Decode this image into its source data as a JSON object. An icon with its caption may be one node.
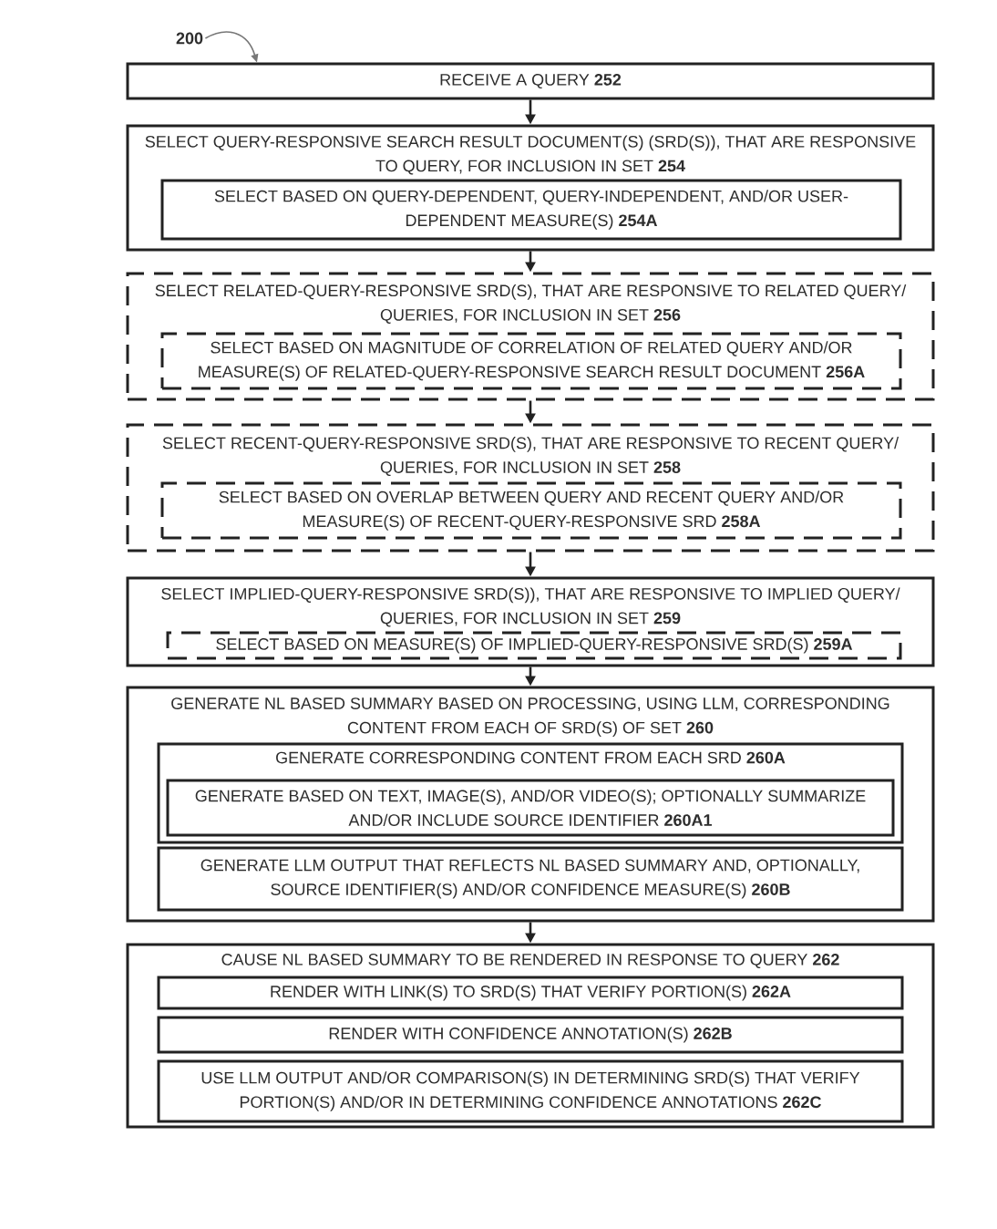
{
  "diagram": {
    "nodes": [
      {
        "text": [
          "200"
        ]
      },
      {
        "text": [
          "RECEIVE A QUERY **252**"
        ]
      },
      {
        "text": [
          "SELECT QUERY-RESPONSIVE SEARCH RESULT DOCUMENT(S) (SRD(S)), THAT ARE RESPONSIVE TO QUERY, FOR INCLUSION IN SET **254**"
        ]
      },
      {
        "text": [
          "SELECT BASED ON QUERY-DEPENDENT, QUERY-INDEPENDENT, AND/OR USER- DEPENDENT MEASURE(S) **254A**"
        ],
        "in": 2
      },
      {
        "text": [
          "SELECT RELATED-QUERY-RESPONSIVE SRD(S), THAT ARE RESPONSIVE TO RELATED QUERY/ QUERIES, FOR INCLUSION IN SET **256**"
        ]
      },
      {
        "text": [
          "SELECT BASED ON MAGNITUDE OF CORRELATION OF RELATED QUERY AND/OR MEASURE(S) OF RELATED-QUERY-RESPONSIVE SEARCH RESULT DOCUMENT **256A**"
        ],
        "in": 4
      },
      {
        "text": [
          "SELECT RECENT-QUERY-RESPONSIVE SRD(S), THAT ARE RESPONSIVE TO RECENT QUERY/ QUERIES, FOR INCLUSION IN SET **258**"
        ]
      },
      {
        "text": [
          "SELECT BASED ON OVERLAP BETWEEN QUERY AND RECENT QUERY AND/OR MEASURE(S) OF RECENT-QUERY-RESPONSIVE SRD **258A**"
        ],
        "in": 6
      },
      {
        "text": [
          "SELECT IMPLIED-QUERY-RESPONSIVE SRD(S)), THAT ARE RESPONSIVE TO IMPLIED QUERY/ QUERIES, FOR INCLUSION IN SET **259**"
        ]
      },
      {
        "text": [
          "SELECT BASED ON MEASURE(S) OF IMPLIED-QUERY-RESPONSIVE SRD(S) **259A**"
        ],
        "in": 8
      },
      {
        "text": [
          "GENERATE NL BASED SUMMARY BASED ON PROCESSING, USING LLM, CORRESPONDING CONTENT FROM EACH OF SRD(S) OF SET **260**"
        ]
      },
      {
        "text": [
          "GENERATE CORRESPONDING CONTENT FROM EACH SRD **260A**"
        ],
        "in": 10
      },
      {
        "text": [
          "GENERATE BASED ON TEXT, IMAGE(S), AND/OR VIDEO(S); OPTIONALLY SUMMARIZE AND/OR INCLUDE SOURCE IDENTIFIER **260A1**"
        ],
        "in": 11
      },
      {
        "text": [
          "GENERATE LLM OUTPUT THAT REFLECTS NL BASED SUMMARY AND, OPTIONALLY, SOURCE IDENTIFIER(S) AND/OR CONFIDENCE MEASURE(S) **260B**"
        ],
        "in": 10
      },
      {
        "text": [
          "CAUSE NL BASED SUMMARY TO BE RENDERED IN RESPONSE TO QUERY **262**"
        ]
      },
      {
        "text": [
          "RENDER WITH LINK(S) TO SRD(S) THAT VERIFY PORTION(S) **262A**"
        ],
        "in": 14
      },
      {
        "text": [
          "RENDER WITH CONFIDENCE ANNOTATION(S) **262B**"
        ],
        "in": 14
      },
      {
        "text": [
          "USE LLM OUTPUT AND/OR COMPARISON(S) IN DETERMINING SRD(S) THAT VERIFY PORTION(S) AND/OR IN DETERMINING CONFIDENCE ANNOTATIONS **262C**"
        ],
        "in": 14
      }
    ],
    "edges": [
      {
        "from": 0,
        "to": 1,
        "arrow": "to",
        "color": "#777777"
      },
      {
        "from": 1,
        "to": 2,
        "arrow": "to"
      },
      {
        "from": 2,
        "to": 4,
        "arrow": "to"
      },
      {
        "from": 4,
        "to": 6,
        "arrow": "to"
      },
      {
        "from": 6,
        "to": 8,
        "arrow": "to"
      },
      {
        "from": 8,
        "to": 10,
        "arrow": "to"
      },
      {
        "from": 10,
        "to": 14,
        "arrow": "to"
      }
    ]
  }
}
